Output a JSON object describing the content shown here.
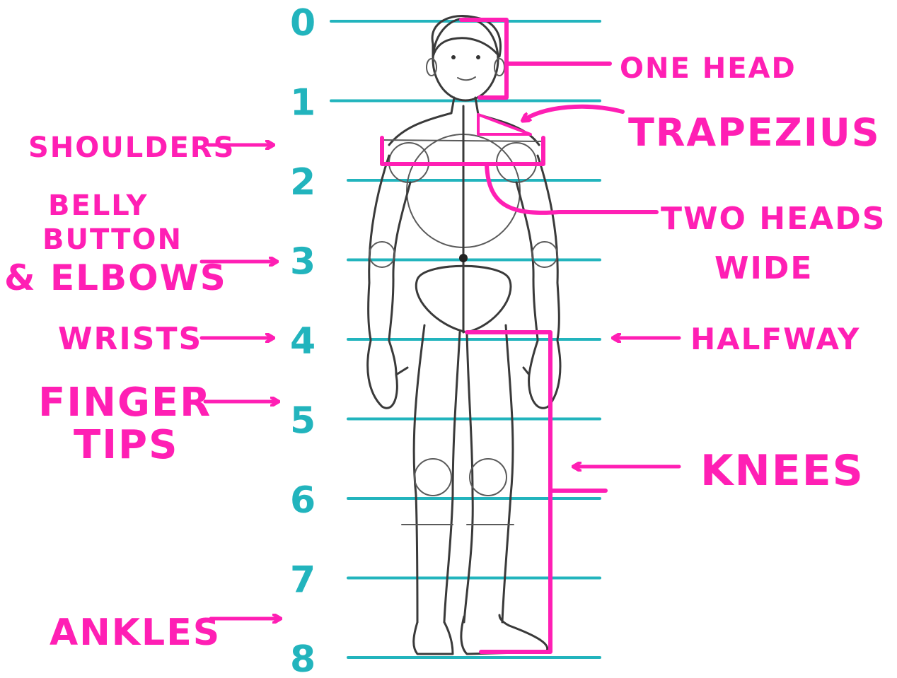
{
  "levels": [
    "0",
    "1",
    "2",
    "3",
    "4",
    "5",
    "6",
    "7",
    "8"
  ],
  "labels": {
    "shoulders": "SHOULDERS",
    "belly_line1": "BELLY",
    "belly_line2": "BUTTON",
    "belly_line3": "& ELBOWS",
    "wrists": "WRISTS",
    "finger_line1": "FINGER",
    "finger_line2": "TIPS",
    "ankles": "ANKLES",
    "one_head": "ONE HEAD",
    "trapezius": "TRAPEZIUS",
    "two_heads_line1": "TWO HEADS",
    "two_heads_line2": "WIDE",
    "halfway": "HALFWAY",
    "knees": "KNEES"
  },
  "colors": {
    "label": "#ff1fb4",
    "guide": "#22b4bd",
    "sketch": "#3a3a3a"
  }
}
